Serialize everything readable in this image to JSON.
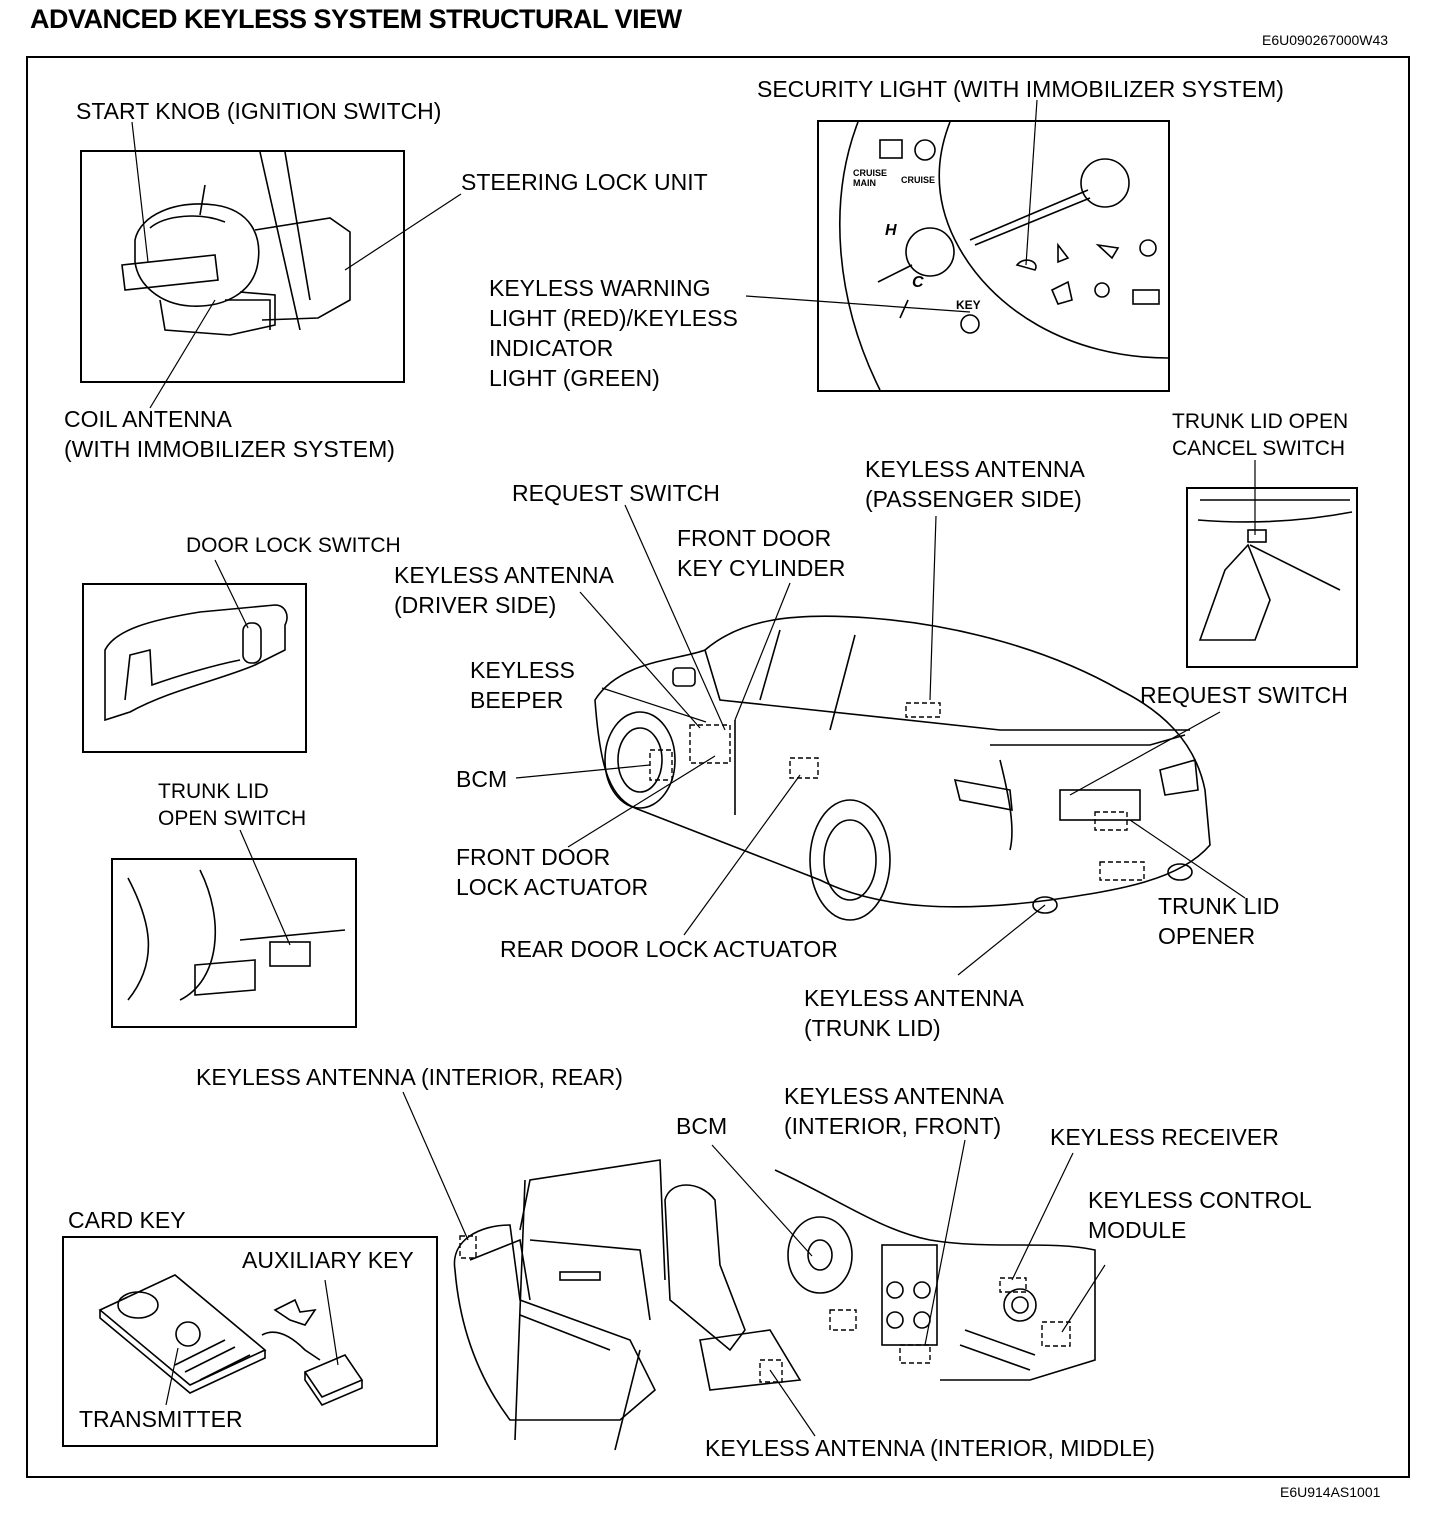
{
  "header": {
    "title": "ADVANCED KEYLESS SYSTEM STRUCTURAL VIEW",
    "doc_code": "E6U090267000W43"
  },
  "footer": {
    "figure_code": "E6U914AS1001"
  },
  "labels": {
    "start_knob": "START KNOB (IGNITION SWITCH)",
    "steering_lock_unit": "STEERING LOCK UNIT",
    "coil_antenna": "COIL ANTENNA\n(WITH IMMOBILIZER SYSTEM)",
    "security_light": "SECURITY LIGHT (WITH IMMOBILIZER SYSTEM)",
    "keyless_warning_light": "KEYLESS WARNING\nLIGHT (RED)/KEYLESS\nINDICATOR\nLIGHT (GREEN)",
    "trunk_lid_open_cancel_switch": "TRUNK LID OPEN\nCANCEL SWITCH",
    "keyless_antenna_passenger": "KEYLESS ANTENNA\n(PASSENGER SIDE)",
    "request_switch_front": "REQUEST SWITCH",
    "front_door_key_cylinder": "FRONT DOOR\nKEY CYLINDER",
    "door_lock_switch": "DOOR LOCK SWITCH",
    "keyless_antenna_driver": "KEYLESS ANTENNA\n(DRIVER SIDE)",
    "keyless_beeper": "KEYLESS\nBEEPER",
    "request_switch_rear": "REQUEST SWITCH",
    "bcm_exterior": "BCM",
    "trunk_lid_open_switch": "TRUNK LID\nOPEN SWITCH",
    "front_door_lock_actuator": "FRONT DOOR\nLOCK ACTUATOR",
    "trunk_lid_opener": "TRUNK LID\nOPENER",
    "rear_door_lock_actuator": "REAR DOOR LOCK ACTUATOR",
    "keyless_antenna_trunk": "KEYLESS ANTENNA\n(TRUNK LID)",
    "keyless_antenna_interior_rear": "KEYLESS ANTENNA (INTERIOR, REAR)",
    "bcm_interior": "BCM",
    "keyless_antenna_interior_front": "KEYLESS ANTENNA\n(INTERIOR, FRONT)",
    "keyless_receiver": "KEYLESS RECEIVER",
    "keyless_control_module": "KEYLESS CONTROL\nMODULE",
    "card_key": "CARD KEY",
    "auxiliary_key": "AUXILIARY KEY",
    "transmitter": "TRANSMITTER",
    "keyless_antenna_interior_middle": "KEYLESS ANTENNA (INTERIOR, MIDDLE)"
  },
  "cluster": {
    "cruise_main": "CRUISE\nMAIN",
    "cruise": "CRUISE",
    "hot": "H",
    "cold": "C",
    "key": "KEY"
  }
}
